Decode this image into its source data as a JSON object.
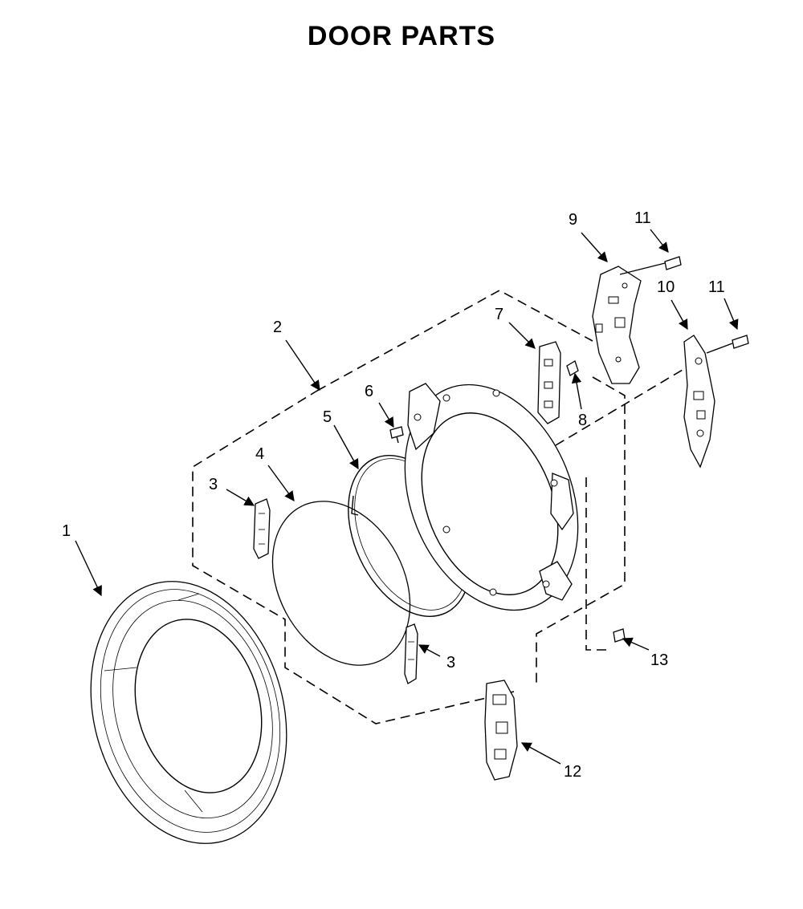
{
  "title": "DOOR PARTS",
  "callouts": {
    "c1": "1",
    "c2": "2",
    "c3a": "3",
    "c3b": "3",
    "c4": "4",
    "c5": "5",
    "c6": "6",
    "c7": "7",
    "c8": "8",
    "c9": "9",
    "c10": "10",
    "c11a": "11",
    "c11b": "11",
    "c12": "12",
    "c13": "13"
  }
}
